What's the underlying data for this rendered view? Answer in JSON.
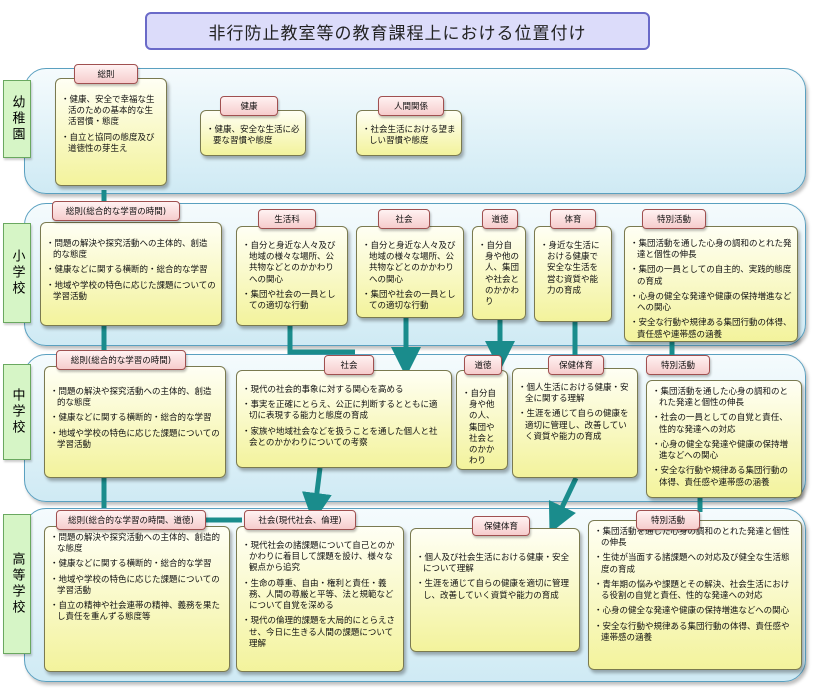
{
  "title": "非行防止教室等の教育課程上における位置付け",
  "stages": {
    "kinder": "幼稚園",
    "elem": "小学校",
    "junior": "中学校",
    "high": "高等学校"
  },
  "colors": {
    "band_border": "#5aa0c0",
    "arrow": "#1a8c8c",
    "stage_bg": "#d6f5c6",
    "box_bg": "#f3f39c",
    "label_bg": "#f6cccc"
  },
  "kinder": {
    "sosoku": {
      "label": "総則",
      "items": [
        "健康、安全で幸福な生活のための基本的な生活習慣・態度",
        "自立と協同の態度及び道徳性の芽生え"
      ]
    },
    "kenko": {
      "label": "健康",
      "items": [
        "健康、安全な生活に必要な習慣や態度"
      ]
    },
    "ningen": {
      "label": "人間関係",
      "items": [
        "社会生活における望ましい習慣や態度"
      ]
    }
  },
  "elem": {
    "sosoku": {
      "label": "総則(総合的な学習の時間)",
      "items": [
        "問題の解決や探究活動への主体的、創造的な態度",
        "健康などに関する横断的・総合的な学習",
        "地域や学校の特色に応じた課題についての学習活動"
      ]
    },
    "seikatsu": {
      "label": "生活科",
      "items": [
        "自分と身近な人々及び地域の様々な場所、公共物などとのかかわりへの関心",
        "集団や社会の一員としての適切な行動"
      ]
    },
    "shakai": {
      "label": "社会",
      "items": [
        "自分と身近な人々及び地域の様々な場所、公共物などとのかかわりへの関心",
        "集団や社会の一員としての適切な行動"
      ]
    },
    "dotoku": {
      "label": "道徳",
      "items": [
        "自分自身や他の人、集団や社会とのかかわり"
      ]
    },
    "taiiku": {
      "label": "体育",
      "items": [
        "身近な生活における健康で安全な生活を営む資質や能力の育成"
      ]
    },
    "tokkatsu": {
      "label": "特別活動",
      "items": [
        "集団活動を通した心身の調和のとれた発達と個性の伸長",
        "集団の一員としての自主的、実践的態度の育成",
        "心身の健全な発達や健康の保持増進などへの関心",
        "安全な行動や規律ある集団行動の体得、責任感や連帯感の涵養"
      ]
    }
  },
  "junior": {
    "sosoku": {
      "label": "総則(総合的な学習の時間)",
      "items": [
        "問題の解決や探究活動への主体的、創造的な態度",
        "健康などに関する横断的・総合的な学習",
        "地域や学校の特色に応じた課題についての学習活動"
      ]
    },
    "shakai": {
      "label": "社会",
      "items": [
        "現代の社会的事象に対する関心を高める",
        "事実を正確にとらえ、公正に判断するとともに適切に表現する能力と態度の育成",
        "家族や地域社会などを扱うことを通した個人と社会とのかかわりについての考察"
      ]
    },
    "dotoku": {
      "label": "道徳",
      "items": [
        "自分自身や他の人、集団や社会とのかかわり"
      ]
    },
    "hoken": {
      "label": "保健体育",
      "items": [
        "個人生活における健康・安全に関する理解",
        "生涯を通じて自らの健康を適切に管理し、改善していく資質や能力の育成"
      ]
    },
    "tokkatsu": {
      "label": "特別活動",
      "items": [
        "集団活動を通した心身の調和のとれた発達と個性の伸長",
        "社会の一員としての自覚と責任、性的な発達への対応",
        "心身の健全な発達や健康の保持増進などへの関心",
        "安全な行動や規律ある集団行動の体得、責任感や連帯感の涵養"
      ]
    }
  },
  "high": {
    "sosoku": {
      "label": "総則(総合的な学習の時間、道徳)",
      "items": [
        "問題の解決や探究活動への主体的、創造的な態度",
        "健康などに関する横断的・総合的な学習",
        "地域や学校の特色に応じた課題についての学習活動",
        "自立の精神や社会連帯の精神、義務を果たし責任を重んずる態度等"
      ]
    },
    "shakai": {
      "label": "社会(現代社会、倫理)",
      "items": [
        "現代社会の諸課題について自己とのかかわりに着目して課題を設け、様々な観点から追究",
        "生命の尊重、自由・権利と責任・義務、人間の尊厳と平等、法と規範などについて自覚を深める",
        "現代の倫理的課題を大局的にとらえさせ、今日に生きる人間の課題について理解"
      ]
    },
    "hoken": {
      "label": "保健体育",
      "items": [
        "個人及び社会生活における健康・安全について理解",
        "生涯を通じて自らの健康を適切に管理し、改善していく資質や能力の育成"
      ]
    },
    "tokkatsu": {
      "label": "特別活動",
      "items": [
        "集団活動を通した心身の調和のとれた発達と個性の伸長",
        "生徒が当面する諸課題への対応及び健全な生活態度の育成",
        "青年期の悩みや課題とその解決、社会生活における役割の自覚と責任、性的な発達への対応",
        "心身の健全な発達や健康の保持増進などへの関心",
        "安全な行動や規律ある集団行動の体得、責任感や連帯感の涵養"
      ]
    }
  }
}
